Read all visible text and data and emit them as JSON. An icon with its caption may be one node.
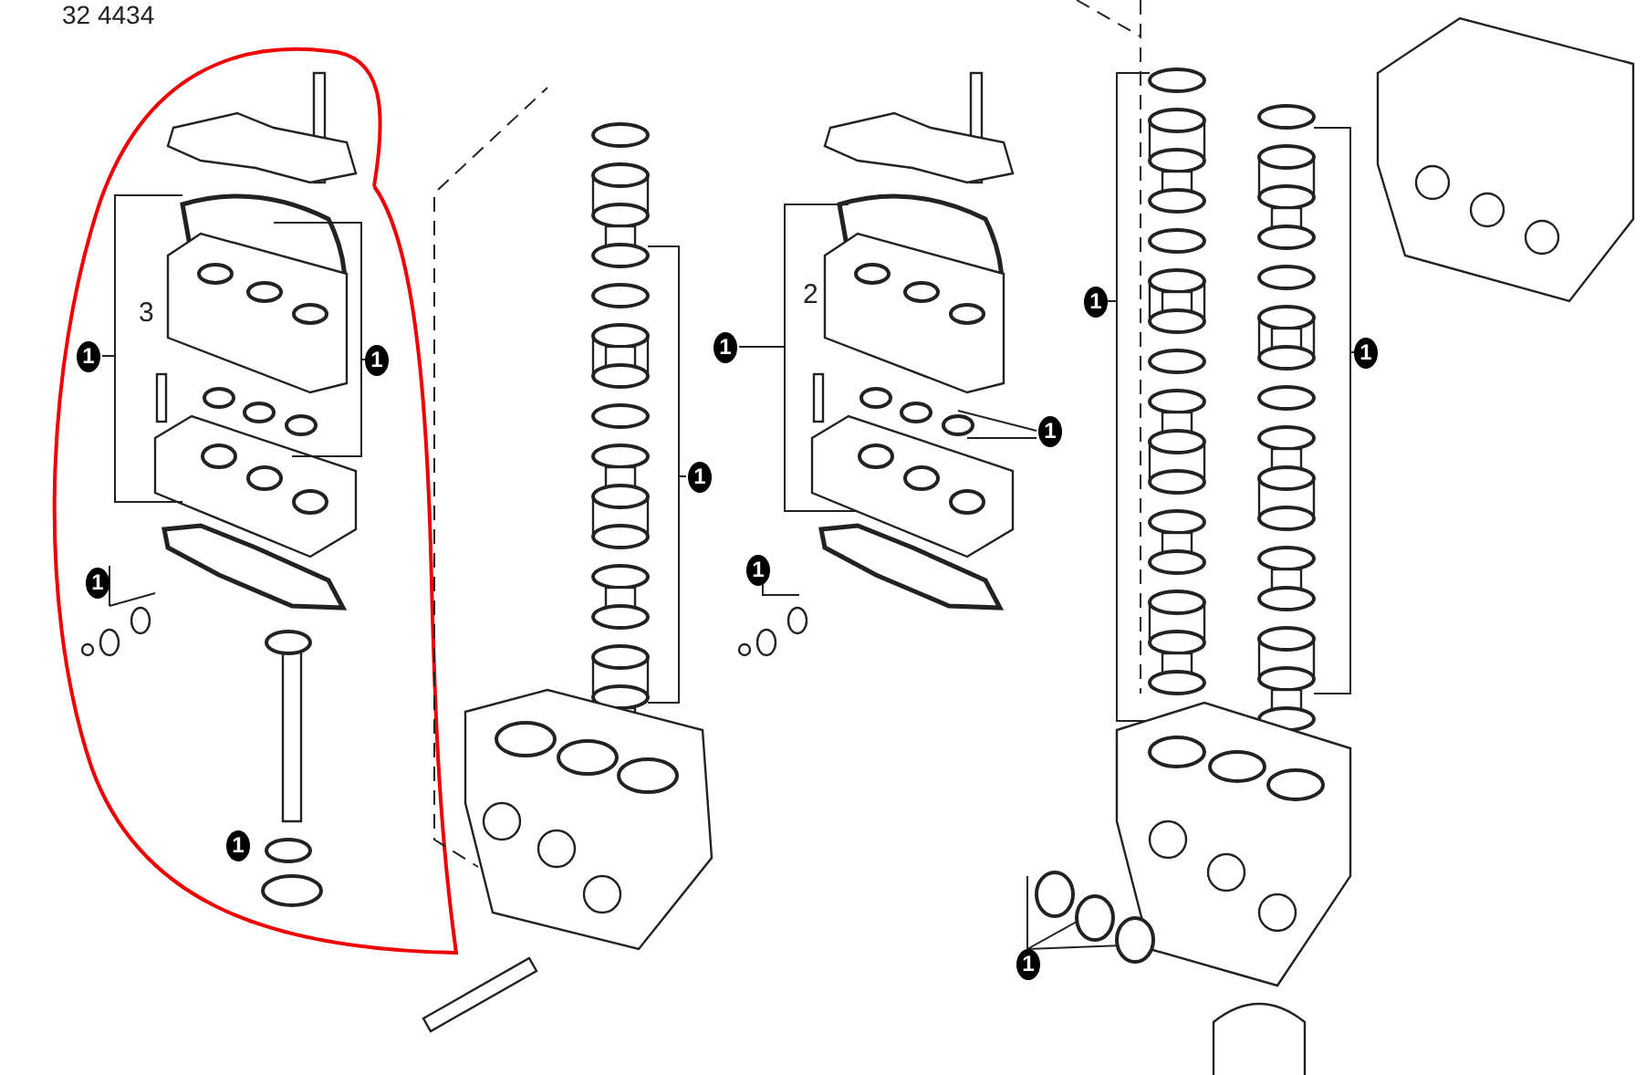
{
  "diagram": {
    "labels": [
      "32 4434",
      "3",
      "1",
      "1",
      "2",
      "1",
      "1",
      "1",
      "1",
      "1",
      "1",
      "1",
      "1",
      "1"
    ]
  }
}
